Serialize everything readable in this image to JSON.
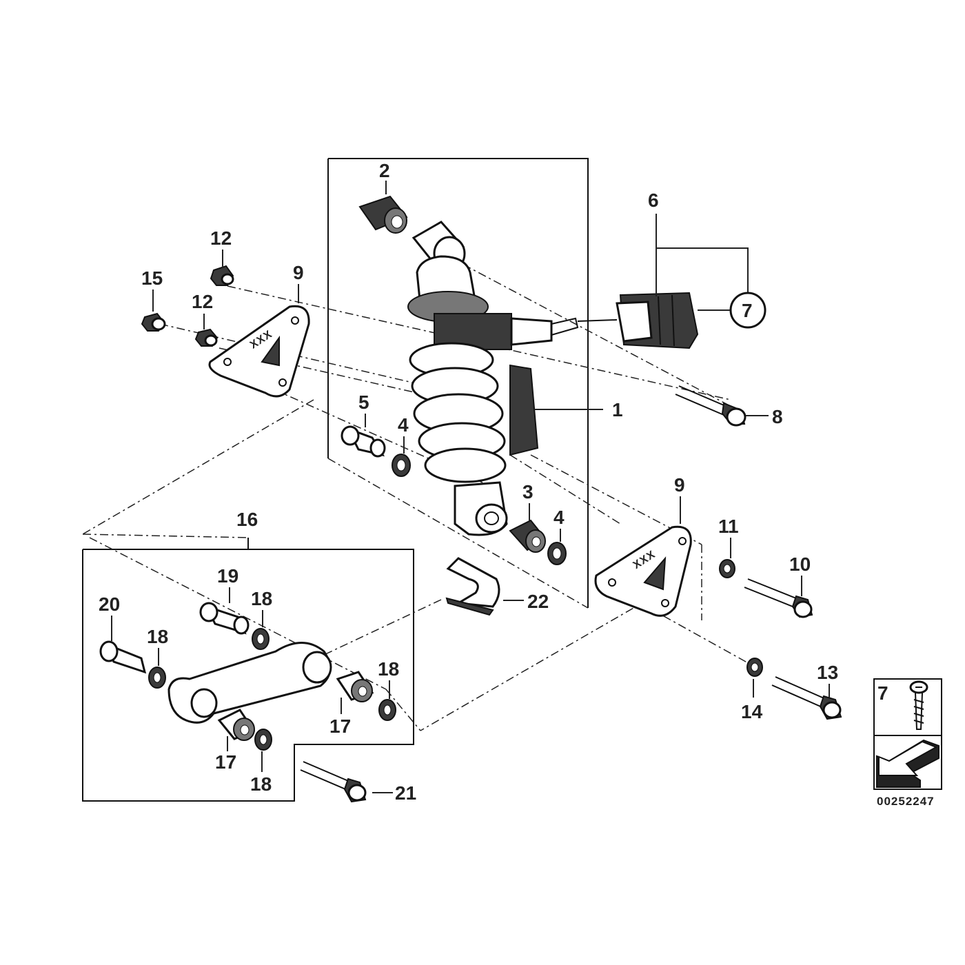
{
  "callouts": {
    "c1": "1",
    "c2": "2",
    "c3": "3",
    "c4a": "4",
    "c4b": "4",
    "c5": "5",
    "c6": "6",
    "c7": "7",
    "c8": "8",
    "c9a": "9",
    "c9b": "9",
    "c10": "10",
    "c11": "11",
    "c12a": "12",
    "c12b": "12",
    "c13": "13",
    "c14": "14",
    "c15": "15",
    "c16": "16",
    "c17a": "17",
    "c17b": "17",
    "c18a": "18",
    "c18b": "18",
    "c18c": "18",
    "c18d": "18",
    "c19": "19",
    "c20": "20",
    "c21": "21",
    "c22": "22"
  },
  "bracket_marking_left": "XXX",
  "bracket_marking_right": "XXX",
  "legend": {
    "number": "7"
  },
  "diagram_id": "00252247"
}
